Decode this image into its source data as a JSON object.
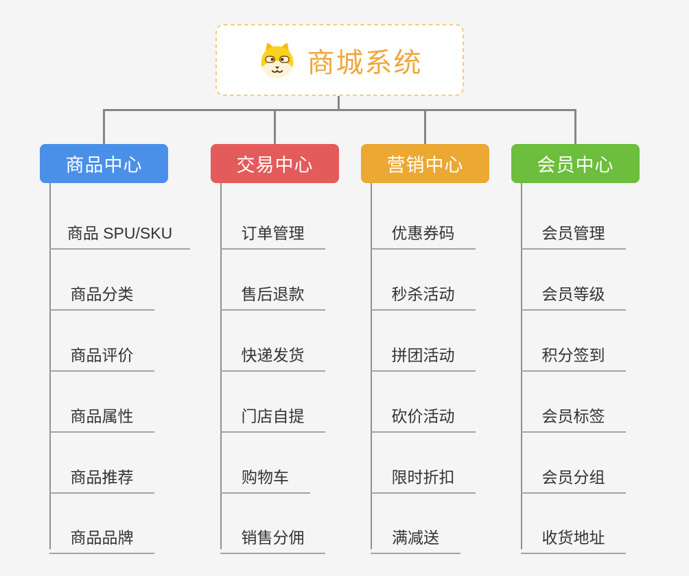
{
  "root": {
    "title": "商城系统",
    "text_color": "#F1A73B",
    "border_color": "#F6CB84",
    "icon": "dog-icon"
  },
  "branches": [
    {
      "label": "商品中心",
      "color": "#4A90E8",
      "items": [
        "商品 SPU/SKU",
        "商品分类",
        "商品评价",
        "商品属性",
        "商品推荐",
        "商品品牌"
      ]
    },
    {
      "label": "交易中心",
      "color": "#E35B5B",
      "items": [
        "订单管理",
        "售后退款",
        "快递发货",
        "门店自提",
        "购物车",
        "销售分佣"
      ]
    },
    {
      "label": "营销中心",
      "color": "#EBA832",
      "items": [
        "优惠券码",
        "秒杀活动",
        "拼团活动",
        "砍价活动",
        "限时折扣",
        "满减送"
      ]
    },
    {
      "label": "会员中心",
      "color": "#6CBE3C",
      "items": [
        "会员管理",
        "会员等级",
        "积分签到",
        "会员标签",
        "会员分组",
        "收货地址"
      ]
    }
  ],
  "colors": {
    "background": "#F5F5F5",
    "connector": "#858585",
    "leaf_line": "#A3A3A3",
    "leaf_text": "#333333"
  }
}
